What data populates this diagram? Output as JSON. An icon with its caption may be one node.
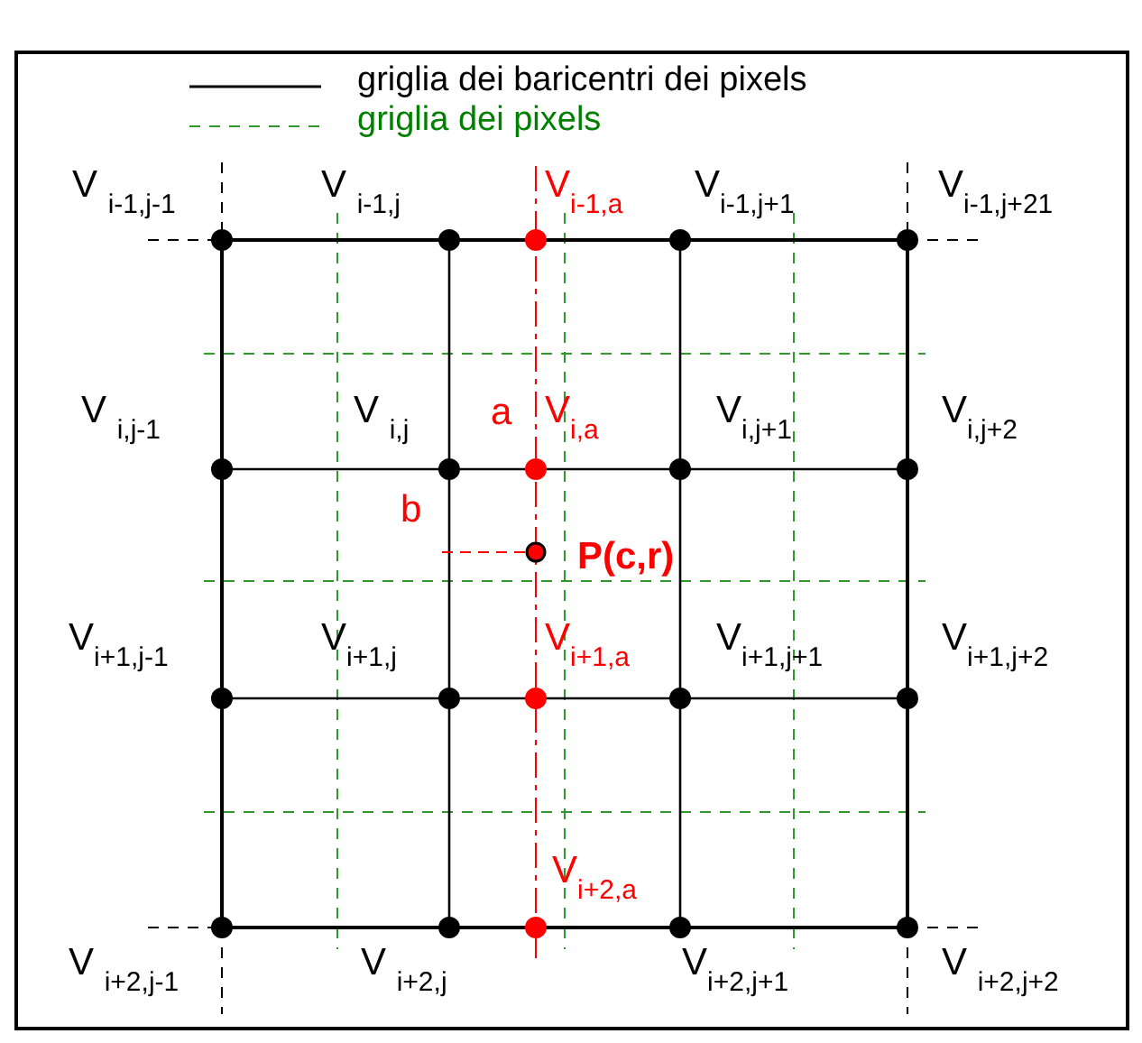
{
  "diagram": {
    "labels": [
      "V $_{i-1,j-1}$",
      "V $_{i-1,j}$",
      "V$_{i-1,a}$",
      "V$_{i-1,j+1}$",
      "V$_{i-1,j+21}$",
      "V $_{i,j-1}$",
      "V $_{i,j}$",
      "a",
      "V$_{i,a}$",
      "V$_{i,j+1}$",
      "V$_{i,j+2}$",
      "b",
      "P(c,r)",
      "V$_{i+1,j-1}$",
      "V$_{i+1,j}$",
      "V$_{i+1,a}$",
      "V$_{i+1,j+1}$",
      "V$_{i+1,j+2}$",
      "V$_{i+2,a}$",
      "V $_{i+2,j-1}$",
      "V $_{i+2,j}$",
      "V$_{i+2,j+1}$",
      "V $_{i+2,j+2}$"
    ],
    "legend": [
      {
        "text": "griglia dei baricentri dei pixels"
      },
      {
        "text": "griglia dei pixels"
      }
    ]
  }
}
